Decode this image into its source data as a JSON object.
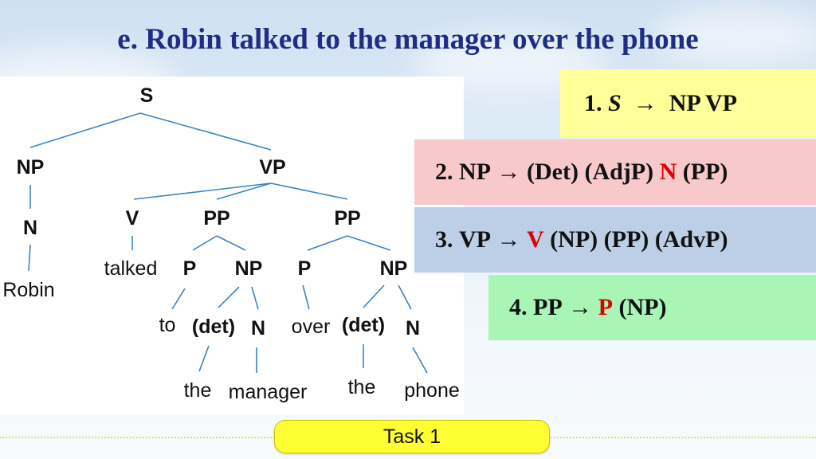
{
  "slide": {
    "title": "e. Robin talked to the manager over the phone",
    "task_label": "Task 1"
  },
  "tree": {
    "nodes": {
      "S": "S",
      "NP1": "NP",
      "VP": "VP",
      "N1": "N",
      "Robin": "Robin",
      "V": "V",
      "PP1": "PP",
      "PP2": "PP",
      "talked": "talked",
      "P1": "P",
      "NP2": "NP",
      "P2": "P",
      "NP3": "NP",
      "to": "to",
      "det1": "(det)",
      "N2": "N",
      "over": "over",
      "det2": "(det)",
      "N3": "N",
      "the1": "the",
      "manager": "manager",
      "the2": "the",
      "phone": "phone"
    }
  },
  "rules": [
    {
      "num": "1.",
      "lhs": "S",
      "arrow": "→",
      "rhs": "NP VP"
    },
    {
      "num": "2.",
      "lhs": "NP",
      "arrow": "→",
      "pre": "(Det) (AdjP)",
      "head": "N",
      "post": "(PP)"
    },
    {
      "num": "3.",
      "lhs": "VP",
      "arrow": "→",
      "head": "V",
      "post": "(NP) (PP) (AdvP)"
    },
    {
      "num": "4.",
      "lhs": "PP",
      "arrow": "→",
      "head": "P",
      "post": "(NP)"
    }
  ],
  "colors": {
    "title": "#1f2d84",
    "edge": "#3a84c4",
    "head_red": "#e00000",
    "rule1_bg": "#ffff99",
    "rule2_bg": "#f7c9cb",
    "rule3_bg": "#bccfe6",
    "rule4_bg": "#a9f5b6",
    "task_bg": "#ffff33"
  }
}
